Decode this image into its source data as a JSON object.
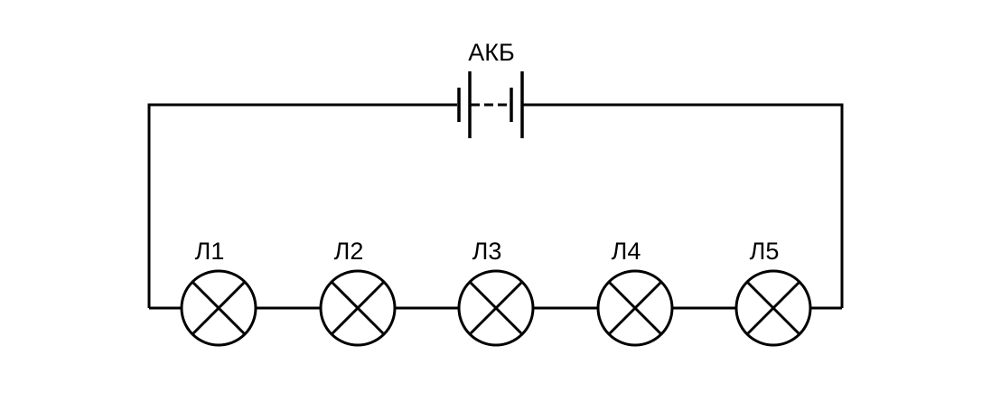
{
  "diagram": {
    "type": "electrical-schematic",
    "description": "Series circuit of a storage battery and five lamps",
    "battery": {
      "label": "АКБ",
      "symbol": "multi-cell-battery-with-dashed-continuation"
    },
    "lamps": [
      {
        "label": "Л1",
        "symbol": "lamp-circle-with-cross"
      },
      {
        "label": "Л2",
        "symbol": "lamp-circle-with-cross"
      },
      {
        "label": "Л3",
        "symbol": "lamp-circle-with-cross"
      },
      {
        "label": "Л4",
        "symbol": "lamp-circle-with-cross"
      },
      {
        "label": "Л5",
        "symbol": "lamp-circle-with-cross"
      }
    ],
    "colors": {
      "line": "#000000",
      "background": "#ffffff"
    }
  }
}
